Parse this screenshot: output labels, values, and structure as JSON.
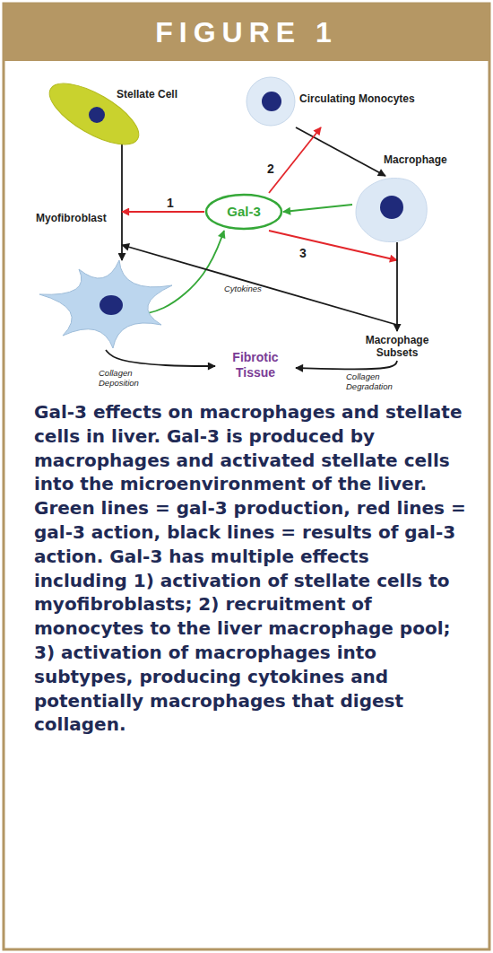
{
  "diagram": {
    "title": "FIGURE 1",
    "caption": "Gal-3 effects on macrophages and stellate cells in liver. Gal-3 is produced by macrophages and activated stellate cells into the microenvironment of the liver. Green lines = gal-3 production, red lines = gal-3 action, black lines = results of gal-3 action. Gal-3 has multiple effects including 1) activation of stellate cells to myofibroblasts; 2) recruitment of monocytes to the liver macrophage pool; 3) activation of macrophages into subtypes, producing cytokines and potentially macrophages that digest collagen.",
    "nodes": [
      {
        "text": [
          "Stellate Cell"
        ]
      },
      {
        "text": [
          "Circulating Monocytes"
        ]
      },
      {
        "text": [
          "Gal-3"
        ]
      },
      {
        "text": [
          "Macrophage"
        ]
      },
      {
        "text": [
          "Myofibroblast"
        ]
      },
      {
        "text": [
          "Macrophage Subsets"
        ]
      },
      {
        "text": [
          "Fibrotic Tissue"
        ]
      }
    ],
    "edges": [
      {
        "from": 0,
        "to": 4,
        "arrow": "to"
      },
      {
        "from": 1,
        "to": 3,
        "arrow": "to"
      },
      {
        "from": 2,
        "to": 1,
        "label": "2",
        "arrow": "to"
      },
      {
        "from": 2,
        "to": 4,
        "label": "1",
        "arrow": "to"
      },
      {
        "from": 3,
        "to": 2,
        "arrow": "to"
      },
      {
        "from": 4,
        "to": 2,
        "arrow": "to"
      },
      {
        "from": 2,
        "to": 5,
        "label": "3",
        "arrow": "to"
      },
      {
        "from": 3,
        "to": 5,
        "arrow": "to"
      },
      {
        "from": 5,
        "to": 4,
        "label": "Cytokines",
        "arrow": "to"
      },
      {
        "from": 4,
        "to": 6,
        "label": "Collagen Deposition",
        "arrow": "to"
      },
      {
        "from": 5,
        "to": 6,
        "label": "Collagen Degradation",
        "arrow": "to"
      }
    ]
  }
}
